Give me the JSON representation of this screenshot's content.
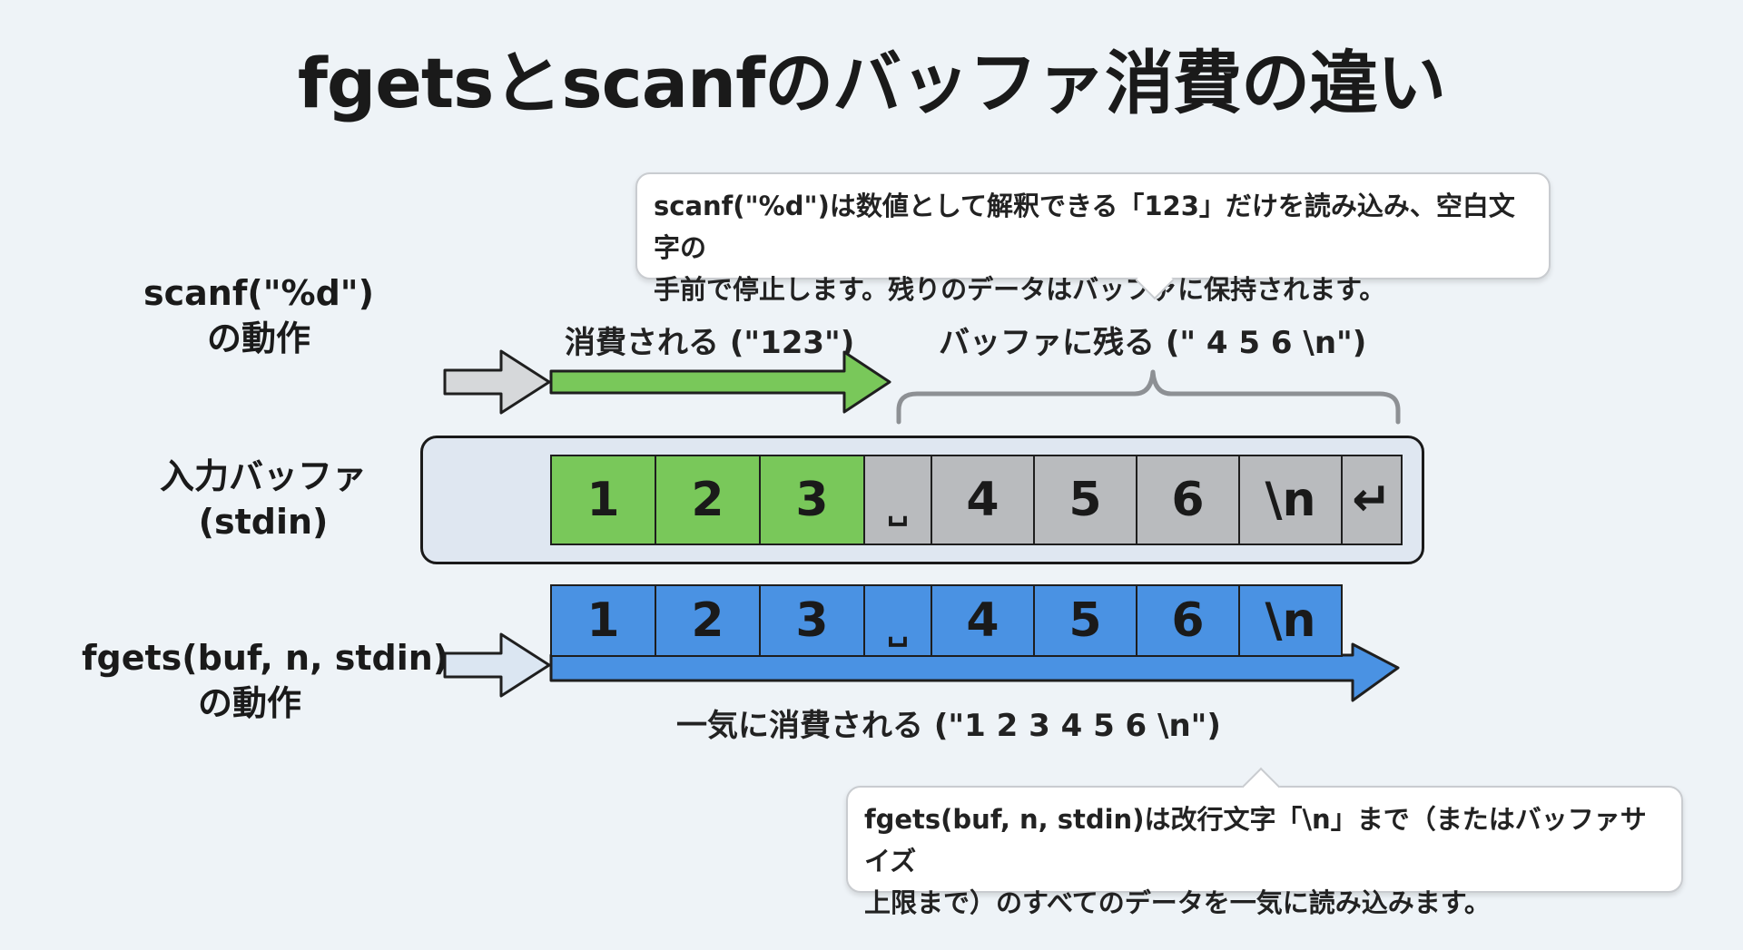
{
  "title": "fgetsとscanfのバッファ消費の違い",
  "labels": {
    "scanf_line1": "scanf(\"%d\")",
    "scanf_line2": "の動作",
    "buffer_line1": "入力バッファ",
    "buffer_line2": "(stdin)",
    "fgets_line1": "fgets(buf, n, stdin)",
    "fgets_line2": "の動作"
  },
  "callouts": {
    "scanf_line1": "scanf(\"%d\")は数値として解釈できる「123」だけを読み込み、空白文字の",
    "scanf_line2": "手前で停止します。残りのデータはバッファに保持されます。",
    "fgets_line1": "fgets(buf, n, stdin)は改行文字「\\n」まで（またはバッファサイズ",
    "fgets_line2": "上限まで）のすべてのデータを一気に読み込みます。"
  },
  "annotations": {
    "consumed": "消費される (\"123\")",
    "remains": "バッファに残る (\" 4 5 6 \\n\")",
    "all_consumed": "一気に消費される (\"1 2 3 4 5 6 \\n\")"
  },
  "input_buffer": {
    "cells": [
      "1",
      "2",
      "3",
      "␣",
      "4",
      "5",
      "6",
      "\\n",
      "↵"
    ],
    "states": [
      "consumed",
      "consumed",
      "consumed",
      "remaining",
      "remaining",
      "remaining",
      "remaining",
      "remaining",
      "remaining"
    ]
  },
  "fgets_buffer": {
    "cells": [
      "1",
      "2",
      "3",
      "␣",
      "4",
      "5",
      "6",
      "\\n"
    ]
  },
  "colors": {
    "consumed": "#79c85a",
    "remaining": "#b9bbbe",
    "fgets": "#4a92e3",
    "background": "#eef3f7"
  }
}
